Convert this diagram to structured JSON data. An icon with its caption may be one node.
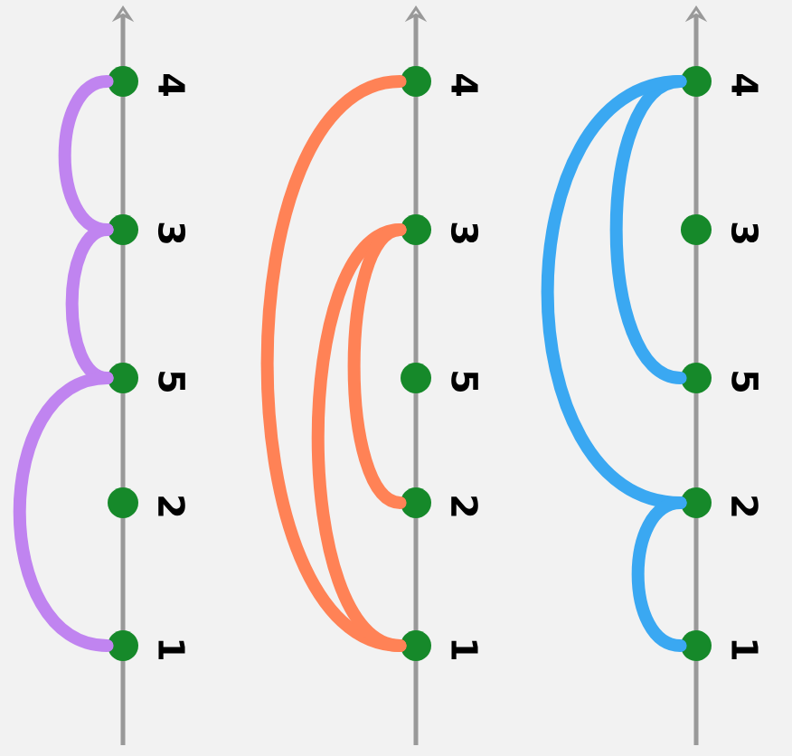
{
  "diagram": {
    "nodes": [
      {
        "text": [],
        "shape": "circle",
        "beside": [
          "4"
        ]
      },
      {
        "text": [],
        "shape": "circle",
        "beside": [
          "3"
        ]
      },
      {
        "text": [],
        "shape": "circle",
        "beside": [
          "5"
        ]
      },
      {
        "text": [],
        "shape": "circle",
        "beside": [
          "2"
        ]
      },
      {
        "text": [],
        "shape": "circle",
        "beside": [
          "1"
        ]
      },
      {
        "text": [],
        "shape": "circle",
        "beside": [
          "4"
        ]
      },
      {
        "text": [],
        "shape": "circle",
        "beside": [
          "3"
        ]
      },
      {
        "text": [],
        "shape": "circle",
        "beside": [
          "5"
        ]
      },
      {
        "text": [],
        "shape": "circle",
        "beside": [
          "2"
        ]
      },
      {
        "text": [],
        "shape": "circle",
        "beside": [
          "1"
        ]
      },
      {
        "text": [],
        "shape": "circle",
        "beside": [
          "4"
        ]
      },
      {
        "text": [],
        "shape": "circle",
        "beside": [
          "3"
        ]
      },
      {
        "text": [],
        "shape": "circle",
        "beside": [
          "5"
        ]
      },
      {
        "text": [],
        "shape": "circle",
        "beside": [
          "2"
        ]
      },
      {
        "text": [],
        "shape": "circle",
        "beside": [
          "1"
        ]
      }
    ],
    "edges": [
      {
        "from": 0,
        "to": 1,
        "arrow": "none",
        "color": "#c084f0"
      },
      {
        "from": 1,
        "to": 2,
        "arrow": "none",
        "color": "#c084f0"
      },
      {
        "from": 2,
        "to": 4,
        "arrow": "none",
        "color": "#c084f0"
      },
      {
        "from": 5,
        "to": 9,
        "arrow": "none",
        "color": "#ff8256"
      },
      {
        "from": 6,
        "to": 9,
        "arrow": "none",
        "color": "#ff8256"
      },
      {
        "from": 6,
        "to": 8,
        "arrow": "none",
        "color": "#ff8256"
      },
      {
        "from": 10,
        "to": 12,
        "arrow": "none",
        "color": "#3aa8f2"
      },
      {
        "from": 10,
        "to": 13,
        "arrow": "none",
        "color": "#3aa8f2"
      },
      {
        "from": 13,
        "to": 14,
        "arrow": "none",
        "color": "#3aa8f2"
      }
    ]
  }
}
